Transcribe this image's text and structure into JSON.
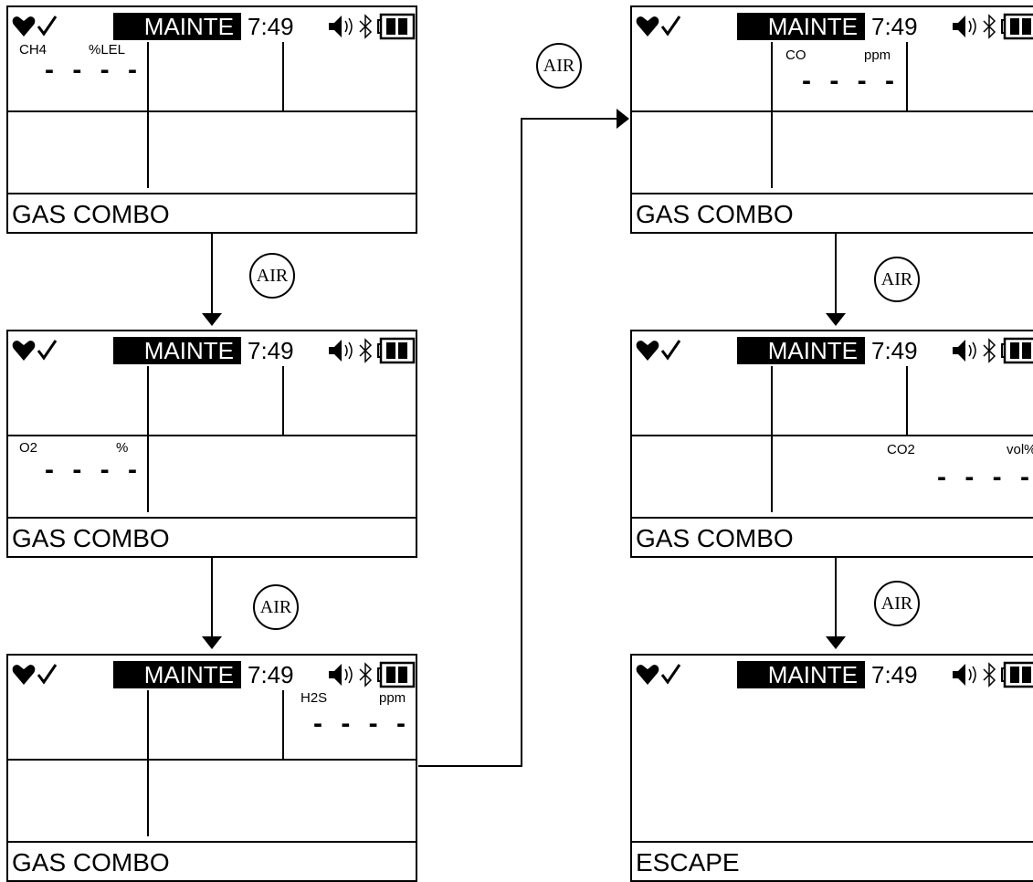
{
  "status": {
    "mode": "MAINTE",
    "time": "7:49"
  },
  "transition_label": "AIR",
  "screens": [
    {
      "id": "ch4",
      "mode": "MAINTE",
      "time": "7:49",
      "footer": "GAS  COMBO",
      "gas": {
        "name": "CH4",
        "unit": "%LEL",
        "value": "- - - -"
      }
    },
    {
      "id": "o2",
      "mode": "MAINTE",
      "time": "7:49",
      "footer": "GAS  COMBO",
      "gas": {
        "name": "O2",
        "unit": "%",
        "value": "- - - -"
      }
    },
    {
      "id": "h2s",
      "mode": "MAINTE",
      "time": "7:49",
      "footer": "GAS  COMBO",
      "gas": {
        "name": "H2S",
        "unit": "ppm",
        "value": "- - - -"
      }
    },
    {
      "id": "co",
      "mode": "MAINTE",
      "time": "7:49",
      "footer": "GAS  COMBO",
      "gas": {
        "name": "CO",
        "unit": "ppm",
        "value": "- - - -"
      }
    },
    {
      "id": "co2",
      "mode": "MAINTE",
      "time": "7:49",
      "footer": "GAS  COMBO",
      "gas": {
        "name": "CO2",
        "unit": "vol%",
        "value": "- - - -"
      }
    },
    {
      "id": "escape",
      "mode": "MAINTE",
      "time": "7:49",
      "footer": "ESCAPE"
    }
  ],
  "icons": [
    "heart-icon",
    "check-icon",
    "speaker-icon",
    "bluetooth-icon",
    "battery-icon"
  ]
}
